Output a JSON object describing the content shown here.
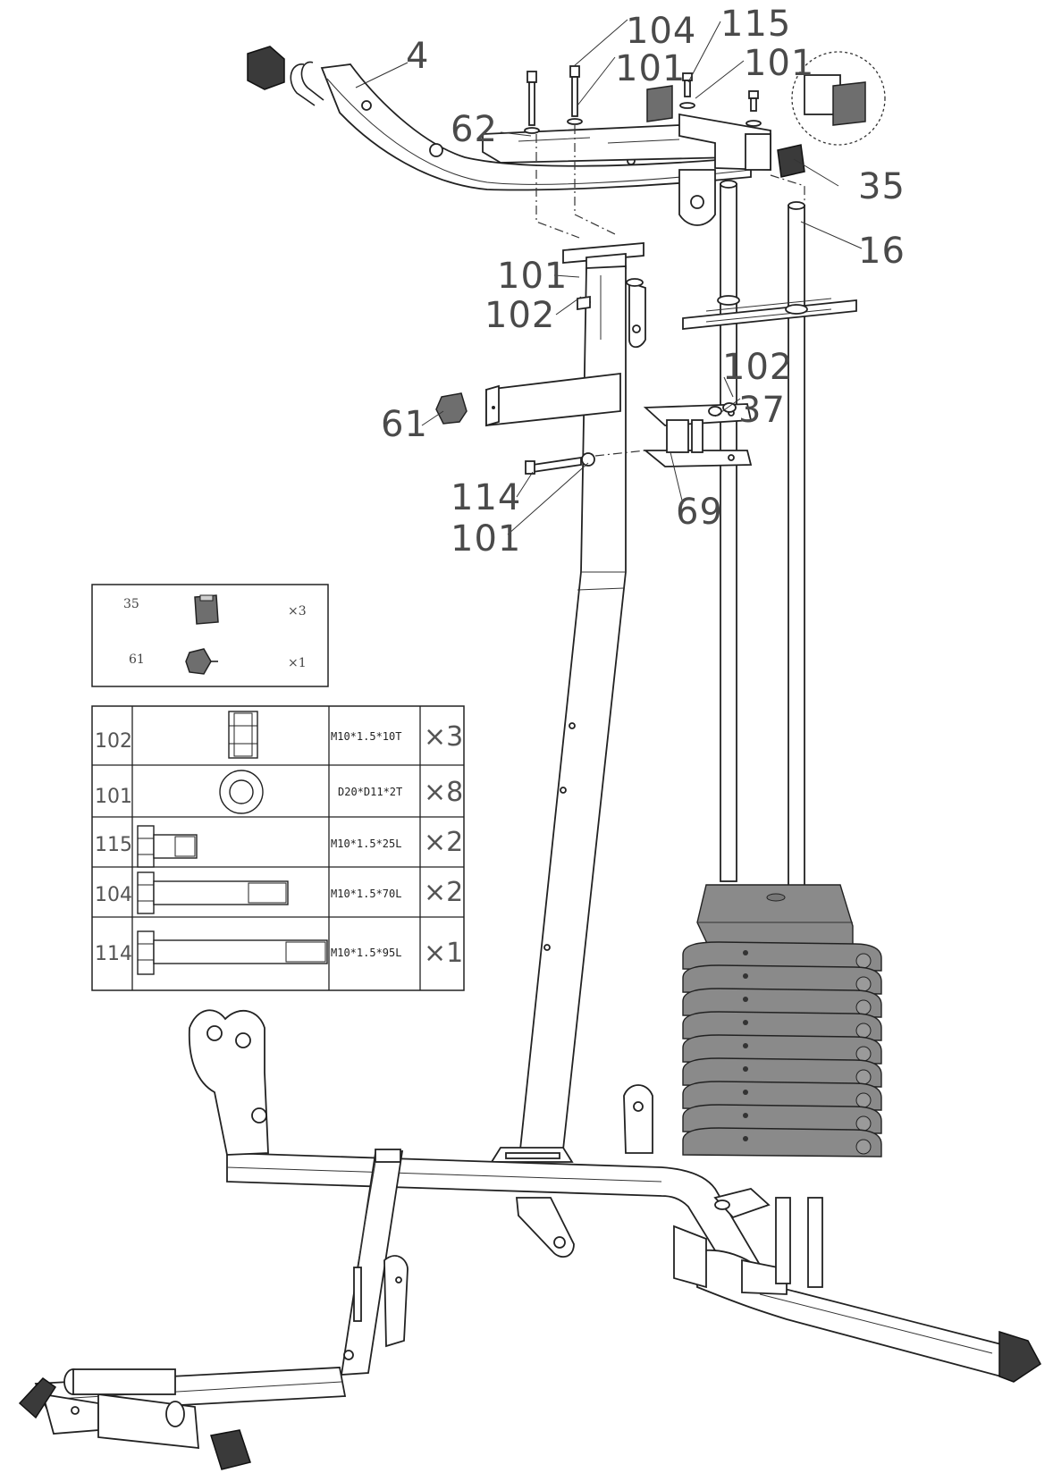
{
  "callouts": [
    {
      "id": "c-4",
      "label": "4"
    },
    {
      "id": "c-104",
      "label": "104"
    },
    {
      "id": "c-101a",
      "label": "101"
    },
    {
      "id": "c-115",
      "label": "115"
    },
    {
      "id": "c-101b",
      "label": "101"
    },
    {
      "id": "c-62",
      "label": "62"
    },
    {
      "id": "c-35",
      "label": "35"
    },
    {
      "id": "c-16",
      "label": "16"
    },
    {
      "id": "c-101c",
      "label": "101"
    },
    {
      "id": "c-102a",
      "label": "102"
    },
    {
      "id": "c-102b",
      "label": "102"
    },
    {
      "id": "c-37",
      "label": "37"
    },
    {
      "id": "c-61",
      "label": "61"
    },
    {
      "id": "c-114",
      "label": "114"
    },
    {
      "id": "c-69",
      "label": "69"
    },
    {
      "id": "c-101d",
      "label": "101"
    }
  ],
  "kit_box": {
    "items": [
      {
        "id": "35",
        "qty": "×3"
      },
      {
        "id": "61",
        "qty": "×1"
      }
    ]
  },
  "hardware_table": {
    "rows": [
      {
        "id": "102",
        "spec": "M10*1.5*10T",
        "qty": "×3"
      },
      {
        "id": "101",
        "spec": "D20*D11*2T",
        "qty": "×8"
      },
      {
        "id": "115",
        "spec": "M10*1.5*25L",
        "qty": "×2"
      },
      {
        "id": "104",
        "spec": "M10*1.5*70L",
        "qty": "×2"
      },
      {
        "id": "114",
        "spec": "M10*1.5*95L",
        "qty": "×1"
      }
    ]
  },
  "colors": {
    "line": "#222222",
    "part_fill": "#6e6e6e",
    "weight_plate": "#8a8a8a",
    "background": "#ffffff"
  }
}
